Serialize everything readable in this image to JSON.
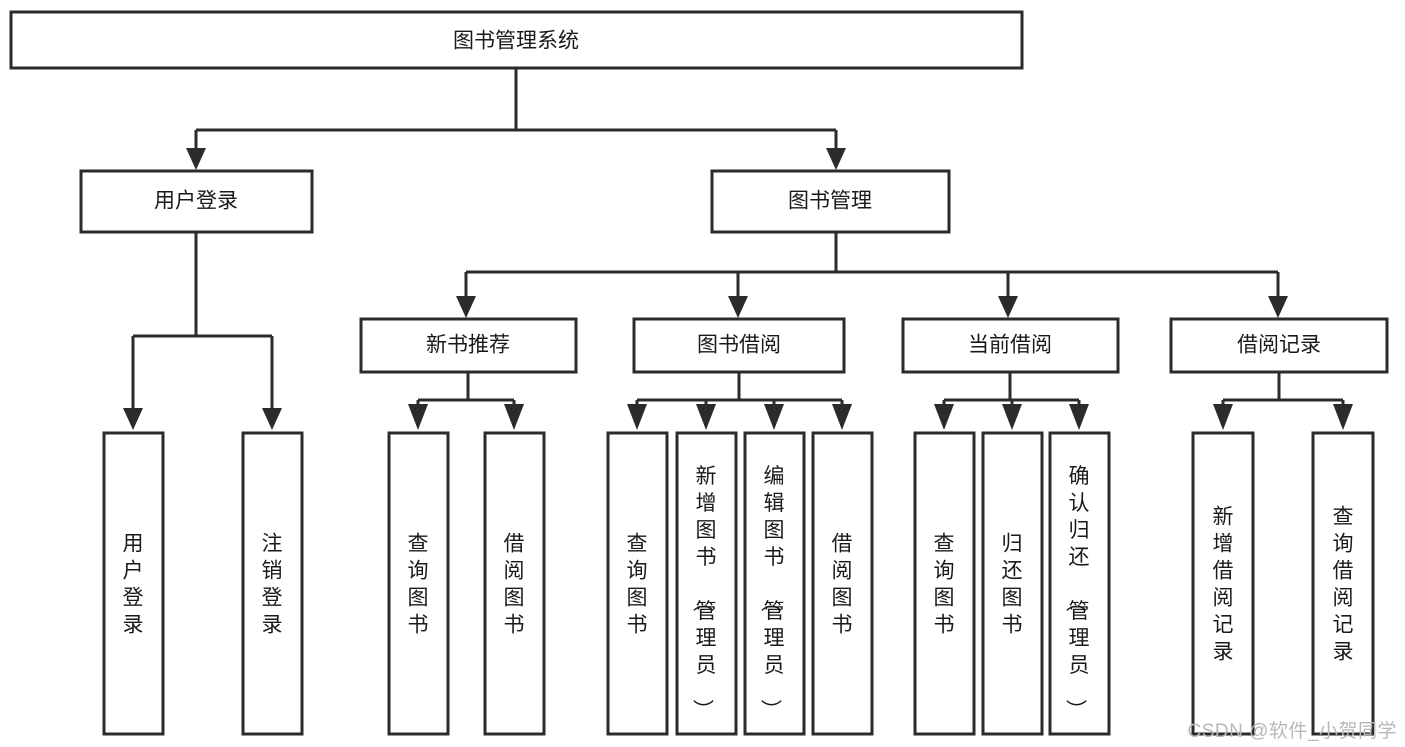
{
  "diagram": {
    "type": "tree",
    "title": "图书管理系统",
    "root": {
      "id": "root",
      "label": "图书管理系统"
    },
    "level2": [
      {
        "id": "user-login",
        "label": "用户登录"
      },
      {
        "id": "book-manage",
        "label": "图书管理"
      }
    ],
    "level3": [
      {
        "id": "new-book-rec",
        "label": "新书推荐",
        "parent": "book-manage"
      },
      {
        "id": "book-borrow",
        "label": "图书借阅",
        "parent": "book-manage"
      },
      {
        "id": "current-borrow",
        "label": "当前借阅",
        "parent": "book-manage"
      },
      {
        "id": "borrow-record",
        "label": "借阅记录",
        "parent": "book-manage"
      }
    ],
    "leaves": [
      {
        "id": "leaf-user-login",
        "label": "用户登录",
        "parent": "user-login"
      },
      {
        "id": "leaf-logout-login",
        "label": "注销登录",
        "parent": "user-login"
      },
      {
        "id": "leaf-query-book-1",
        "label": "查询图书",
        "parent": "new-book-rec"
      },
      {
        "id": "leaf-borrow-book-1",
        "label": "借阅图书",
        "parent": "new-book-rec"
      },
      {
        "id": "leaf-query-book-2",
        "label": "查询图书",
        "parent": "book-borrow"
      },
      {
        "id": "leaf-add-book",
        "label": "新增图书（管理员）",
        "parent": "book-borrow"
      },
      {
        "id": "leaf-edit-book",
        "label": "编辑图书（管理员）",
        "parent": "book-borrow"
      },
      {
        "id": "leaf-borrow-book-2",
        "label": "借阅图书",
        "parent": "book-borrow"
      },
      {
        "id": "leaf-query-book-3",
        "label": "查询图书",
        "parent": "current-borrow"
      },
      {
        "id": "leaf-return-book",
        "label": "归还图书",
        "parent": "current-borrow"
      },
      {
        "id": "leaf-confirm-return",
        "label": "确认归还（管理员）",
        "parent": "current-borrow"
      },
      {
        "id": "leaf-add-record",
        "label": "新增借阅记录",
        "parent": "borrow-record"
      },
      {
        "id": "leaf-query-record",
        "label": "查询借阅记录",
        "parent": "borrow-record"
      }
    ]
  },
  "watermark": {
    "text": "CSDN @软件_小贺同学"
  },
  "colors": {
    "stroke": "#2b2b2b",
    "fill": "#ffffff",
    "text": "#1a1a1a",
    "watermark": "#b8b8b8"
  }
}
